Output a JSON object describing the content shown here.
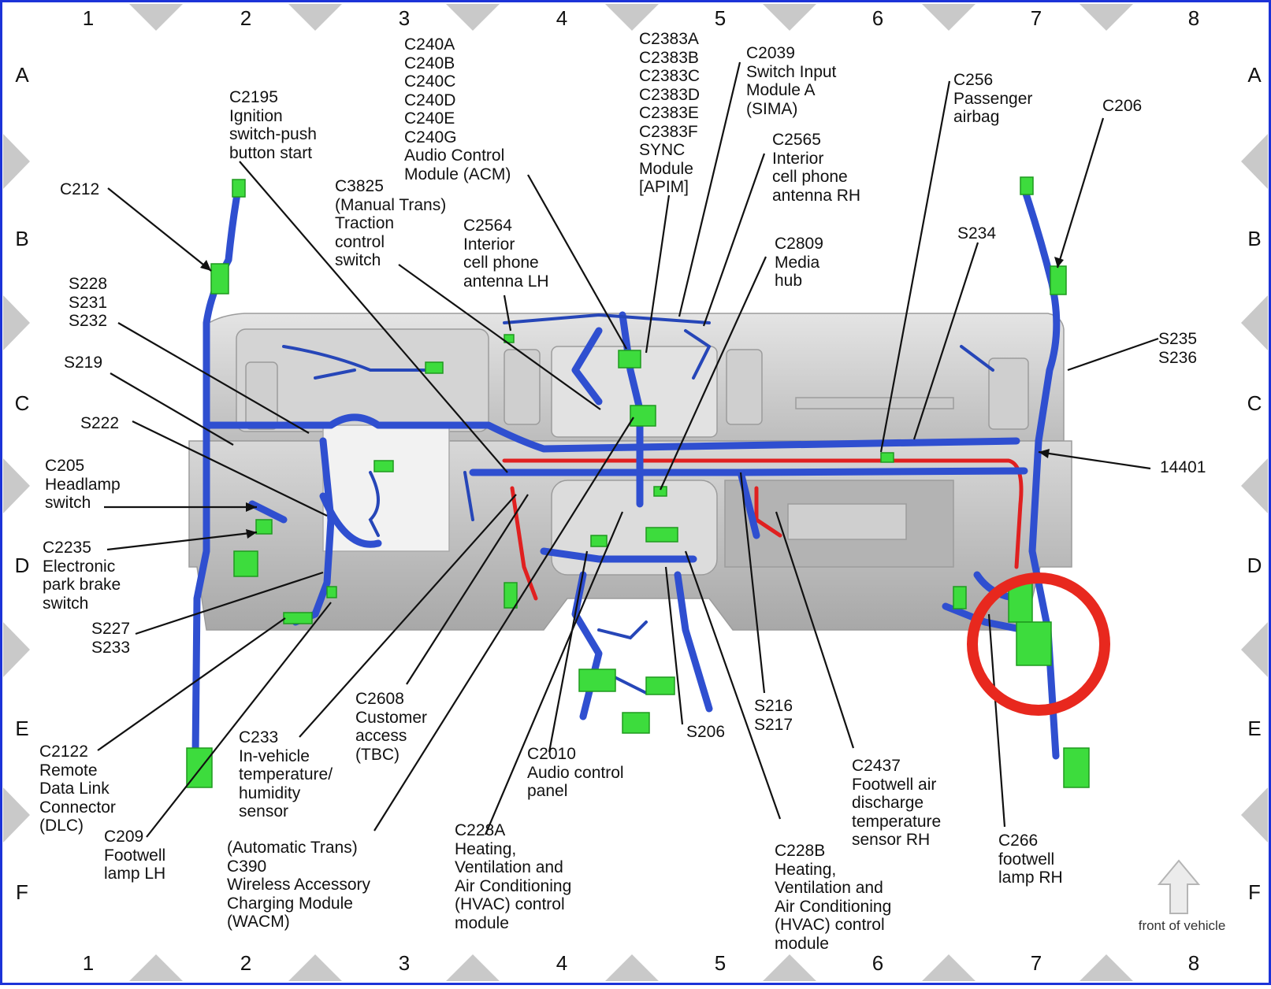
{
  "columns": [
    "1",
    "2",
    "3",
    "4",
    "5",
    "6",
    "7",
    "8"
  ],
  "rows": [
    "A",
    "B",
    "C",
    "D",
    "E",
    "F"
  ],
  "labels": {
    "c2195": "C2195\nIgnition\nswitch-push\nbutton start",
    "c240": "C240A\nC240B\nC240C\nC240D\nC240E\nC240G\nAudio Control\nModule (ACM)",
    "c2383": "C2383A\nC2383B\nC2383C\nC2383D\nC2383E\nC2383F\nSYNC\nModule\n[APIM]",
    "c2039": "C2039\nSwitch Input\nModule A\n(SIMA)",
    "c256": "C256\nPassenger\nairbag",
    "c206": "C206",
    "c212": "C212",
    "c3825": "C3825\n(Manual Trans)\nTraction\ncontrol\nswitch",
    "c2564": "C2564\nInterior\ncell phone\nantenna LH",
    "c2565": "C2565\nInterior\ncell phone\nantenna RH",
    "c2809": "C2809\nMedia\nhub",
    "s234": "S234",
    "s228": "S228\nS231\nS232",
    "s235": "S235\nS236",
    "s219": "S219",
    "s222": "S222",
    "n14401": "14401",
    "c205": "C205\nHeadlamp\nswitch",
    "c2235": "C2235\nElectronic\npark brake\nswitch",
    "s227": "S227\nS233",
    "c2608": "C2608\nCustomer\naccess\n(TBC)",
    "c233": "C233\nIn-vehicle\ntemperature/\nhumidity\nsensor",
    "c2122": "C2122\nRemote\nData Link\nConnector\n(DLC)",
    "c209": "C209\nFootwell\nlamp LH",
    "c390": "(Automatic Trans)\nC390\nWireless Accessory\nCharging Module\n(WACM)",
    "c2010": "C2010\nAudio control\npanel",
    "s206": "S206",
    "s216": "S216\nS217",
    "c228a": "C228A\nHeating,\nVentilation and\nAir Conditioning\n(HVAC) control\nmodule",
    "c228b": "C228B\nHeating,\nVentilation and\nAir Conditioning\n(HVAC) control\nmodule",
    "c2437": "C2437\nFootwell air\ndischarge\ntemperature\nsensor RH",
    "c266": "C266\nfootwell\nlamp RH"
  },
  "front_caption": "front of vehicle",
  "icons": {
    "arrow": "up-arrow-icon",
    "highlight": "circle-highlight-icon"
  },
  "colors": {
    "harness": "#2f4fd0",
    "connector": "#3ddc3d",
    "red_wire": "#e02020",
    "highlight": "#e8281e",
    "frame": "#1c33d8"
  }
}
